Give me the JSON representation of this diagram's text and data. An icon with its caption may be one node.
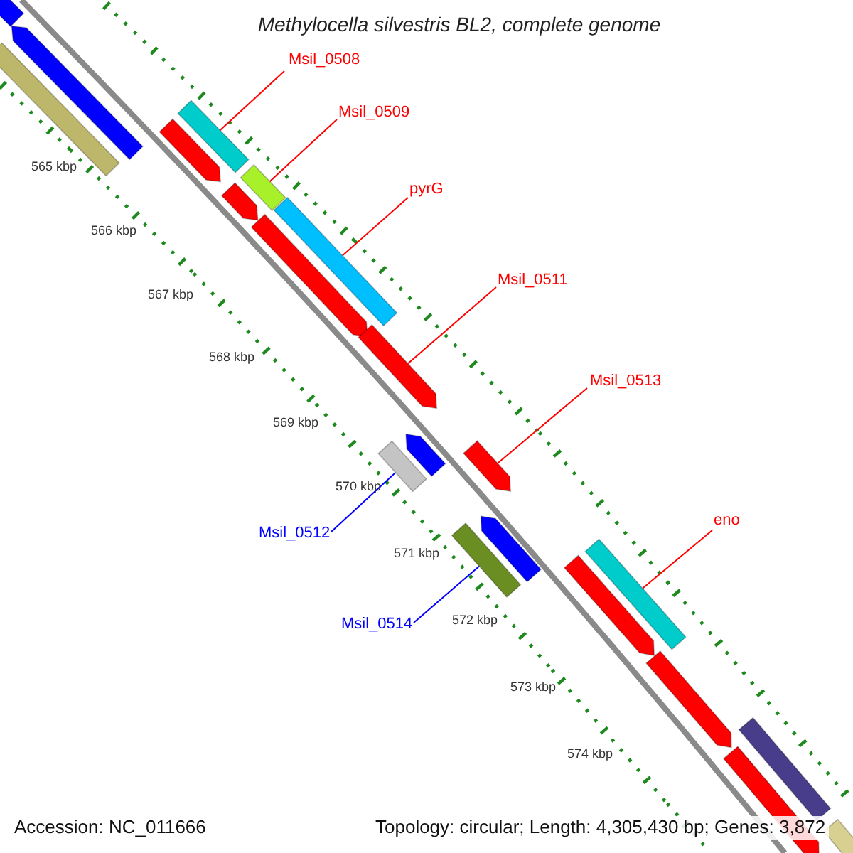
{
  "diagram": {
    "title": "Methylocella silvestris BL2, complete genome",
    "nodes": [
      {
        "text": [
          "Msil_0508"
        ]
      },
      {
        "text": [
          "Msil_0509"
        ]
      },
      {
        "text": [
          "pyrG"
        ]
      },
      {
        "text": [
          "Msil_0511"
        ]
      },
      {
        "text": [
          "Msil_0513"
        ]
      },
      {
        "text": [
          "eno"
        ]
      },
      {
        "text": [
          "Msil_0512"
        ]
      },
      {
        "text": [
          "Msil_0514"
        ]
      },
      {
        "text": [],
        "shape": "arrow"
      },
      {
        "text": [],
        "shape": "arrow"
      },
      {
        "text": [],
        "shape": "bar"
      },
      {
        "text": [],
        "shape": "bar"
      },
      {
        "text": [],
        "shape": "arrow"
      },
      {
        "text": [],
        "shape": "bar"
      },
      {
        "text": [],
        "shape": "arrow"
      },
      {
        "text": [],
        "shape": "bar"
      },
      {
        "text": [],
        "shape": "arrow"
      },
      {
        "text": [],
        "shape": "arrow"
      },
      {
        "text": [],
        "shape": "arrow"
      },
      {
        "text": [],
        "shape": "bar"
      },
      {
        "text": [],
        "shape": "arrow"
      },
      {
        "text": [],
        "shape": "arrow"
      },
      {
        "text": [],
        "shape": "bar"
      },
      {
        "text": [],
        "shape": "bar"
      },
      {
        "text": [],
        "shape": "arrow"
      },
      {
        "text": [],
        "shape": "arrow"
      },
      {
        "text": [],
        "shape": "bar"
      },
      {
        "text": [],
        "shape": "arrow"
      },
      {
        "text": [],
        "shape": "bar"
      }
    ],
    "edges": [
      {
        "from": 0,
        "to": 11,
        "arrow": "none"
      },
      {
        "from": 1,
        "to": 13,
        "arrow": "none"
      },
      {
        "from": 2,
        "to": 15,
        "arrow": "none"
      },
      {
        "from": 3,
        "to": 17,
        "arrow": "none"
      },
      {
        "from": 4,
        "to": 20,
        "arrow": "none"
      },
      {
        "from": 5,
        "to": 23,
        "arrow": "none"
      },
      {
        "from": 6,
        "to": 19,
        "arrow": "none",
        "color": "#0000ff"
      },
      {
        "from": 7,
        "to": 22,
        "arrow": "none",
        "color": "#0000ff"
      }
    ],
    "labels": [
      "565 kbp",
      "566 kbp",
      "567 kbp",
      "568 kbp",
      "569 kbp",
      "570 kbp",
      "571 kbp",
      "572 kbp",
      "573 kbp",
      "574 kbp",
      "Accession: NC_011666",
      "Topology: circular; Length: 4,305,430 bp; Genes: 3,872"
    ]
  }
}
